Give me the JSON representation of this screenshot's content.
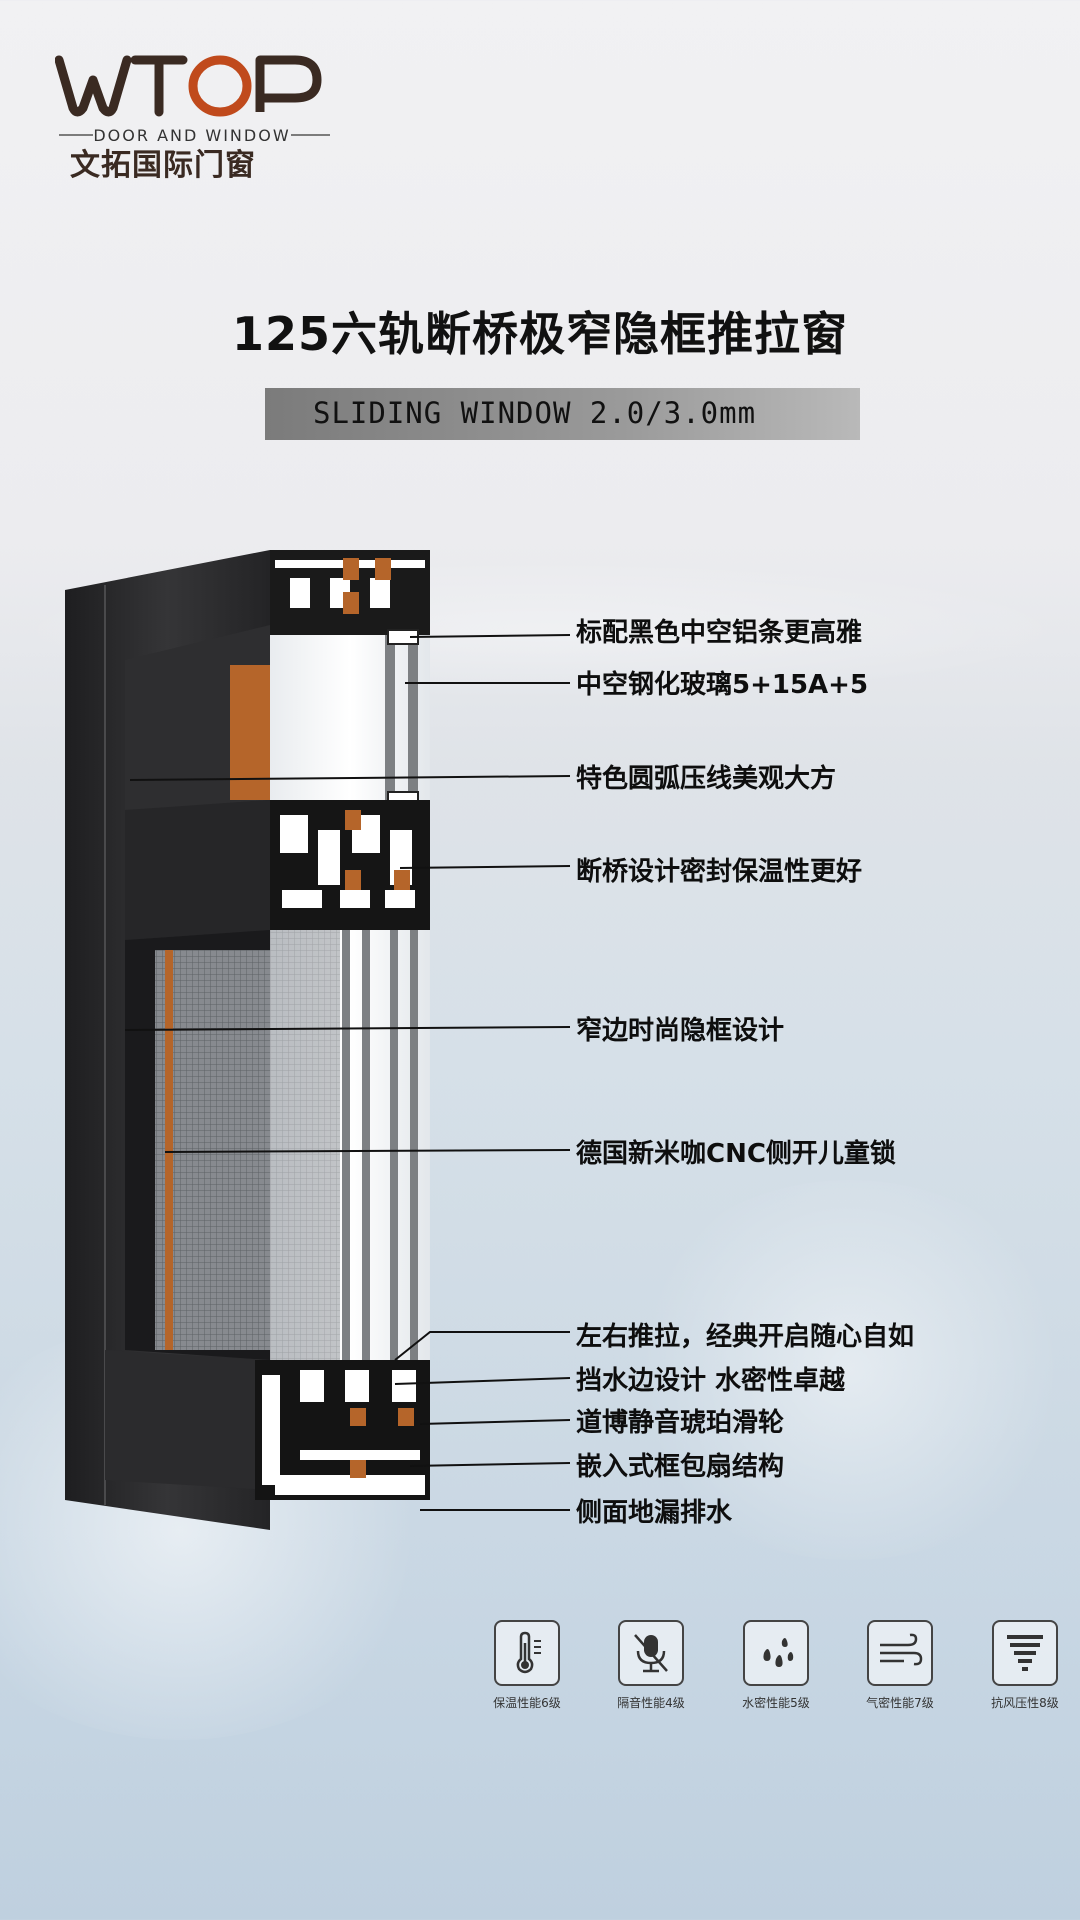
{
  "brand": {
    "name": "WTOP",
    "tagline": "DOOR AND WINDOW",
    "chinese_name": "文拓国际门窗"
  },
  "product": {
    "title": "125六轨断桥极窄隐框推拉窗",
    "subtitle": "SLIDING WINDOW 2.0/3.0mm"
  },
  "annotations": [
    "标配黑色中空铝条更高雅",
    "中空钢化玻璃5+15A+5",
    "特色圆弧压线美观大方",
    "断桥设计密封保温性更好",
    "窄边时尚隐框设计",
    "德国新米咖CNC侧开儿童锁",
    "左右推拉，经典开启随心自如",
    "挡水边设计 水密性卓越",
    "道博静音琥珀滑轮",
    "嵌入式框包扇结构",
    "侧面地漏排水"
  ],
  "features": [
    {
      "label": "保温性能6级",
      "icon": "thermometer-icon"
    },
    {
      "label": "隔音性能4级",
      "icon": "muted-microphone-icon"
    },
    {
      "label": "水密性能5级",
      "icon": "water-drops-icon"
    },
    {
      "label": "气密性能7级",
      "icon": "wind-icon"
    },
    {
      "label": "抗风压性8级",
      "icon": "tornado-icon"
    }
  ],
  "colors": {
    "frame": "#2a2a2c",
    "accent_copper": "#b5652a",
    "subtitle_bar": "#8e8e8e"
  }
}
